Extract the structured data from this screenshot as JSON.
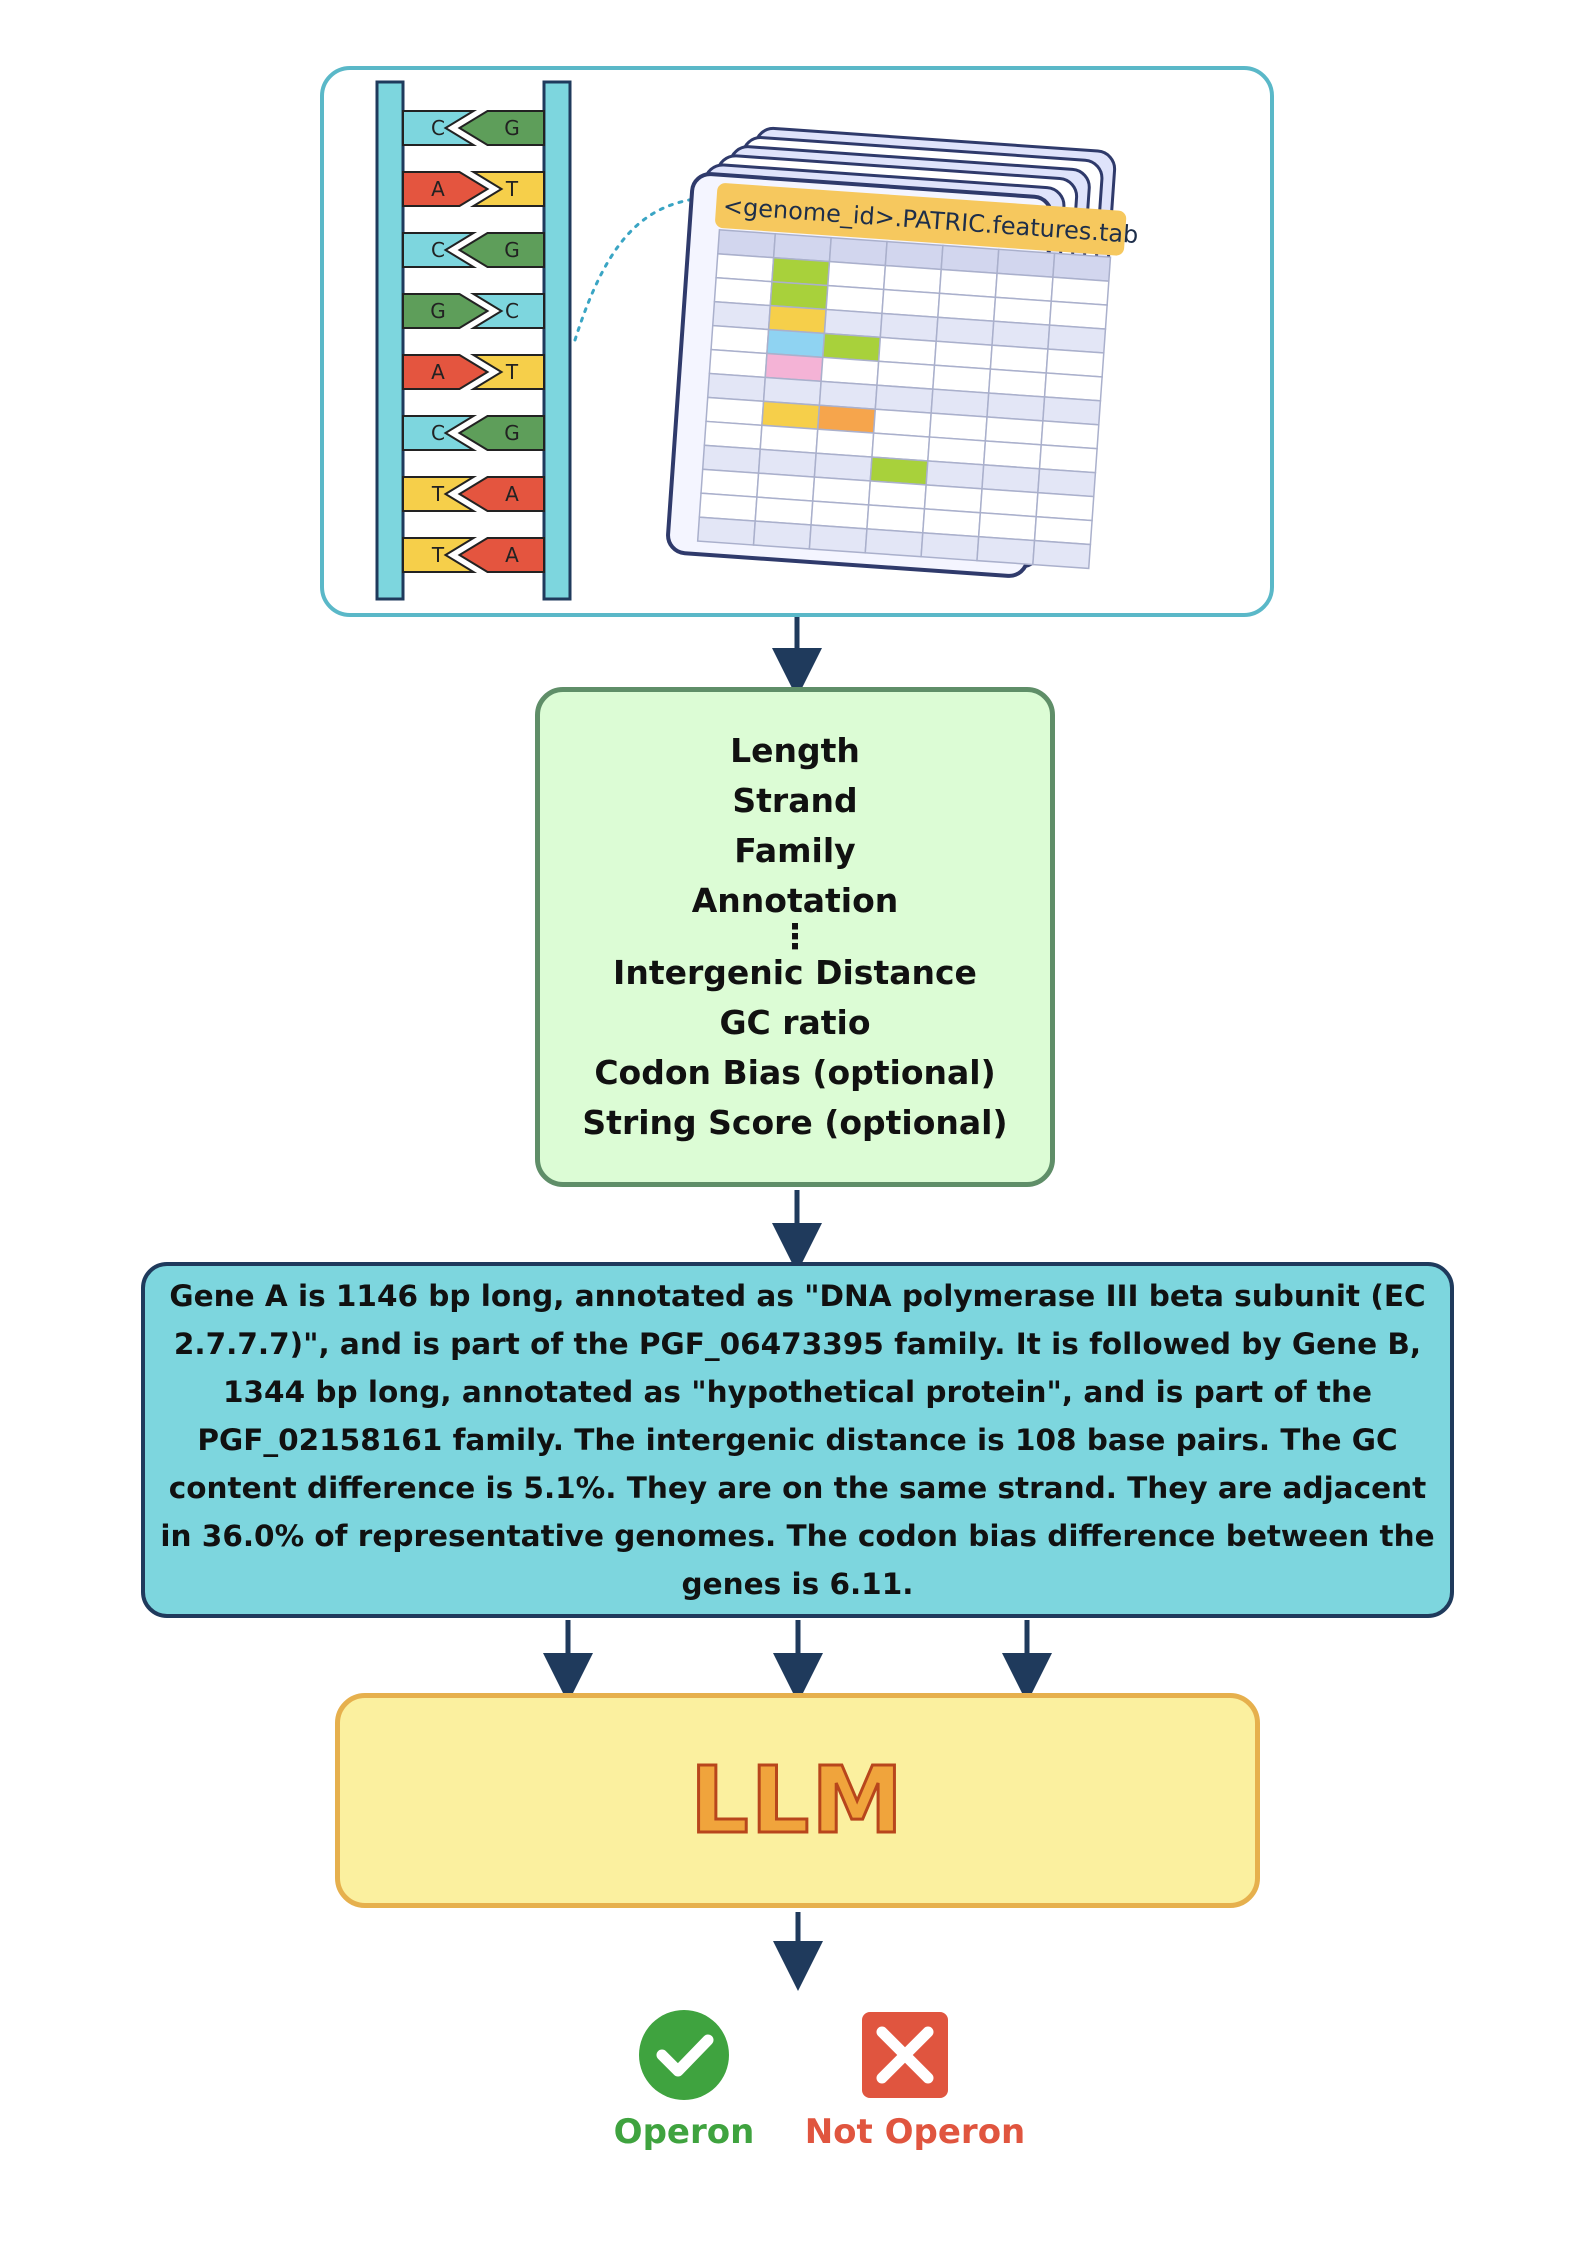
{
  "dna": {
    "pairs": [
      {
        "left": "C",
        "right": "G"
      },
      {
        "left": "A",
        "right": "T"
      },
      {
        "left": "C",
        "right": "G"
      },
      {
        "left": "G",
        "right": "C"
      },
      {
        "left": "A",
        "right": "T"
      },
      {
        "left": "C",
        "right": "G"
      },
      {
        "left": "T",
        "right": "A"
      },
      {
        "left": "T",
        "right": "A"
      }
    ],
    "base_colors": {
      "A": "#e4553f",
      "T": "#f6cf4a",
      "C": "#7dd6de",
      "G": "#5e9e5a"
    }
  },
  "file": {
    "name": "<genome_id>.PATRIC.features.tab"
  },
  "features": {
    "items_top": [
      "Length",
      "Strand",
      "Family",
      "Annotation"
    ],
    "ellipsis": "⋮",
    "items_bottom": [
      "Intergenic Distance",
      "GC ratio",
      "Codon Bias (optional)",
      "String Score (optional)"
    ]
  },
  "description": {
    "text": "Gene A is 1146 bp long, annotated as \"DNA polymerase III beta subunit (EC 2.7.7.7)\", and is part of the PGF_06473395 family. It is followed by Gene B, 1344 bp long, annotated as \"hypothetical protein\", and is part of the PGF_02158161 family. The intergenic distance is 108 base pairs. The GC content difference is 5.1%. They are on the same strand. They are adjacent in 36.0% of representative genomes. The codon bias difference between the genes is 6.11."
  },
  "model": {
    "label": "LLM"
  },
  "outcomes": {
    "positive": {
      "label": "Operon",
      "color": "#3fa33f",
      "icon": "check-circle-icon"
    },
    "negative": {
      "label": "Not Operon",
      "color": "#e0553f",
      "icon": "x-square-icon"
    }
  },
  "colors": {
    "arrow": "#1f3a5c",
    "input_border": "#5ab8c8",
    "features_fill": "#dcfcd5",
    "description_fill": "#7dd6de",
    "llm_fill": "#fbf09f"
  }
}
